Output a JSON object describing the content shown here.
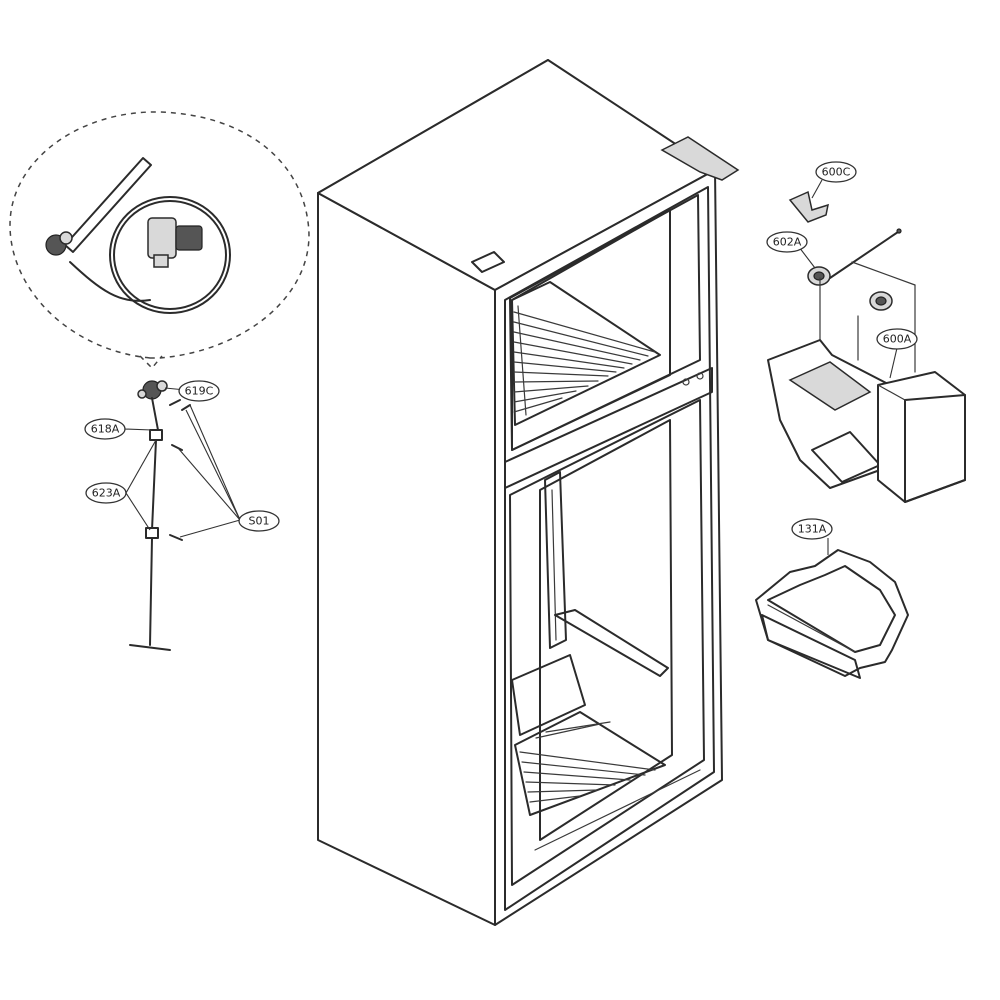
{
  "callouts": {
    "c600C": "600C",
    "c602A": "602A",
    "c600A": "600A",
    "c131A": "131A",
    "c619C": "619C",
    "c618A": "618A",
    "c623A": "623A",
    "cS01": "S01"
  }
}
